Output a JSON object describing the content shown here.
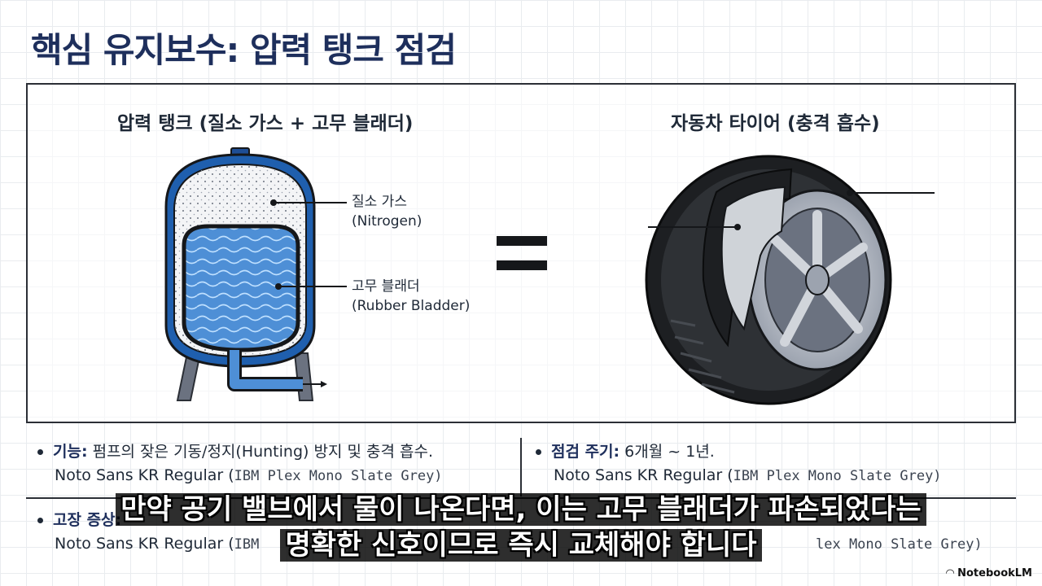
{
  "title": "핵심 유지보수: 압력 탱크 점검",
  "left_panel": {
    "heading": "압력 탱크 (질소 가스 + 고무 블래더)",
    "callout_gas_ko": "질소 가스",
    "callout_gas_en": "(Nitrogen)",
    "callout_bladder_ko": "고무 블래더",
    "callout_bladder_en": "(Rubber Bladder)"
  },
  "right_panel": {
    "heading": "자동차 타이어 (충격 흡수)"
  },
  "equals_symbol": "=",
  "bullets": {
    "function_label": "기능:",
    "function_text": " 펌프의 잦은 기동/정지(Hunting) 방지 및 충격 흡수.",
    "function_font_name": "Noto Sans KR Regular (",
    "function_font_mono": "IBM Plex Mono Slate Grey)",
    "interval_label": "점검 주기:",
    "interval_text": " 6개월 ~ 1년.",
    "interval_font_name": "Noto Sans KR Regular (",
    "interval_font_mono": "IBM Plex Mono Slate Grey)",
    "fault_label": "고장 증상:",
    "fault_font_name": "Noto Sans KR Regular (",
    "fault_font_mono": "IBM",
    "fault_right_mono": "lex Mono Slate Grey)"
  },
  "subtitle_line1": "만약 공기 밸브에서 물이 나온다면, 이는 고무 블래더가 파손되었다는",
  "subtitle_line2": "명확한 신호이므로 즉시 교체해야 합니다",
  "brand": "NotebookLM"
}
